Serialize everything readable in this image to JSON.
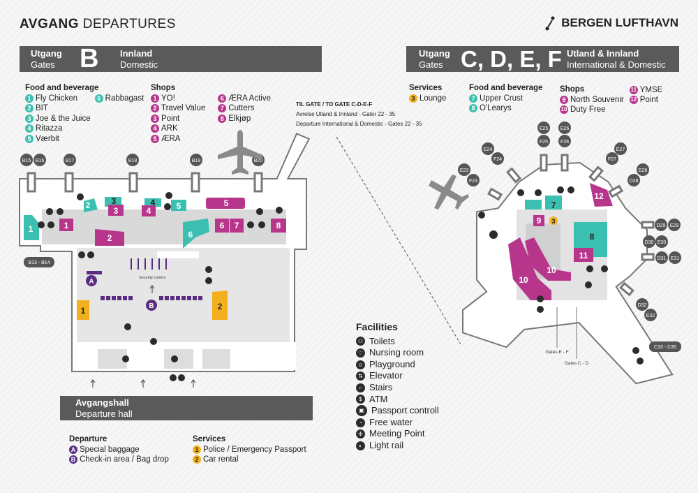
{
  "header": {
    "title_bold": "AVGANG",
    "title_rest": " DEPARTURES",
    "brand": "BERGEN LUFTHAVN"
  },
  "banner_b": {
    "no1": "Utgang",
    "en1": "Gates",
    "letter": "B",
    "no2": "Innland",
    "en2": "Domestic"
  },
  "banner_cdef": {
    "no1": "Utgang",
    "en1": "Gates",
    "letter": "C, D, E, F",
    "no2": "Utland & Innland",
    "en2": "International & Domestic"
  },
  "b_food": {
    "title": "Food and beverage",
    "items": [
      "Fly Chicken",
      "BIT",
      "Joe & the Juice",
      "Ritazza",
      "Værbit",
      "Rabbagast"
    ]
  },
  "b_shops": {
    "title": "Shops",
    "items": [
      "YO!",
      "Travel Value",
      "Point",
      "ARK",
      "ÆRA",
      "ÆRA Active",
      "Cutters",
      "Elkjøp"
    ]
  },
  "to_gate": {
    "title": "TIL GATE / TO GATE C-D-E-F",
    "line1": "Avreise Utland & Innland - Gater 22 - 35",
    "line2": "Departure International & Domestic - Gates 22 - 35"
  },
  "cdef_services": {
    "title": "Services",
    "items": [
      "Lounge"
    ]
  },
  "cdef_food": {
    "title": "Food and beverage",
    "items": [
      "Upper Crust",
      "O'Learys"
    ]
  },
  "cdef_shops": {
    "title": "Shops",
    "items": [
      "North Souvenir",
      "Duty Free",
      "YMSE",
      "Point"
    ]
  },
  "facilities": {
    "title": "Facilities",
    "items": [
      "Toilets",
      "Nursing room",
      "Playground",
      "Elevator",
      "Stairs",
      "ATM",
      "Passport controll",
      "Free water",
      "Meeting Point",
      "Light rail"
    ]
  },
  "hall_banner": {
    "no": "Avgangshall",
    "en": "Departure hall"
  },
  "departure": {
    "title": "Departure",
    "items": [
      "Special baggage",
      "Check-in area / Bag drop"
    ]
  },
  "services": {
    "title": "Services",
    "items": [
      "Police / Emergency Passport",
      "Car rental"
    ]
  },
  "map_b": {
    "gates": [
      "B15",
      "B16",
      "B17",
      "B18",
      "B19",
      "B20"
    ],
    "gate_b13": "B13 - B14",
    "security": "Security control",
    "markers": [
      "1",
      "2",
      "3",
      "4",
      "5",
      "6",
      "1",
      "2",
      "3",
      "4",
      "5",
      "6",
      "7",
      "8",
      "A",
      "B",
      "1",
      "2"
    ]
  },
  "map_cdef": {
    "gates": [
      "E25",
      "E26",
      "F25",
      "F26",
      "E24",
      "E27",
      "F24",
      "F27",
      "E23",
      "E28",
      "F23",
      "D28",
      "D29",
      "E29",
      "D30",
      "E30",
      "D31",
      "E31",
      "D32",
      "E32",
      "C33 - C35"
    ],
    "gates_ef": "Gates E - F",
    "gates_cd": "Gates C - D",
    "markers": [
      "7",
      "12",
      "9",
      "3",
      "8",
      "11",
      "10",
      "10"
    ]
  },
  "colors": {
    "teal": "#3bbfb0",
    "magenta": "#b7368c",
    "orange": "#f2b01e",
    "purple": "#5a2d82",
    "banner": "#5a5a5a"
  }
}
